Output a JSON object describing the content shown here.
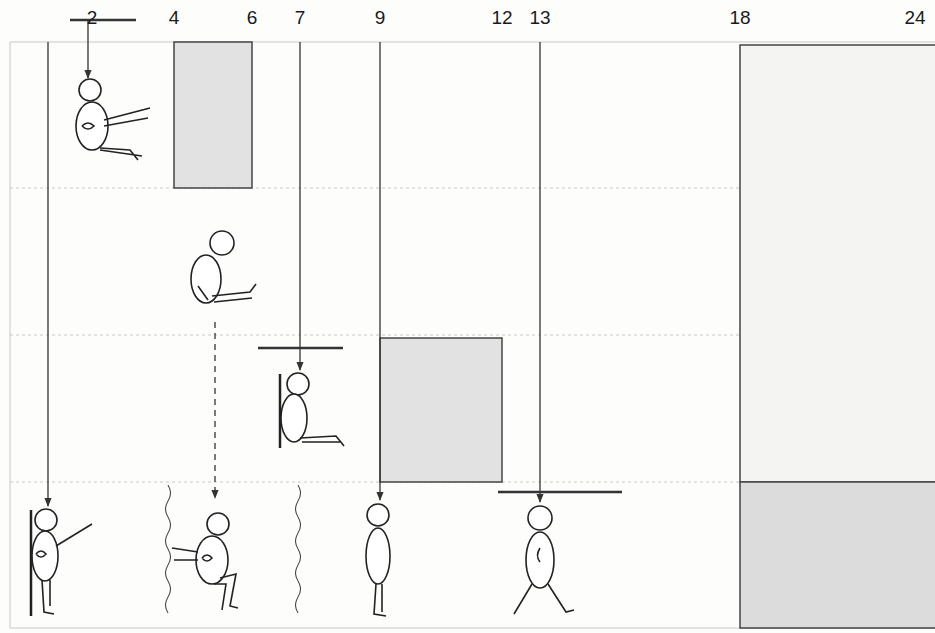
{
  "diagram": {
    "labels": [
      "2",
      "4",
      "6",
      "7",
      "9",
      "12",
      "13",
      "18",
      "24"
    ]
  }
}
